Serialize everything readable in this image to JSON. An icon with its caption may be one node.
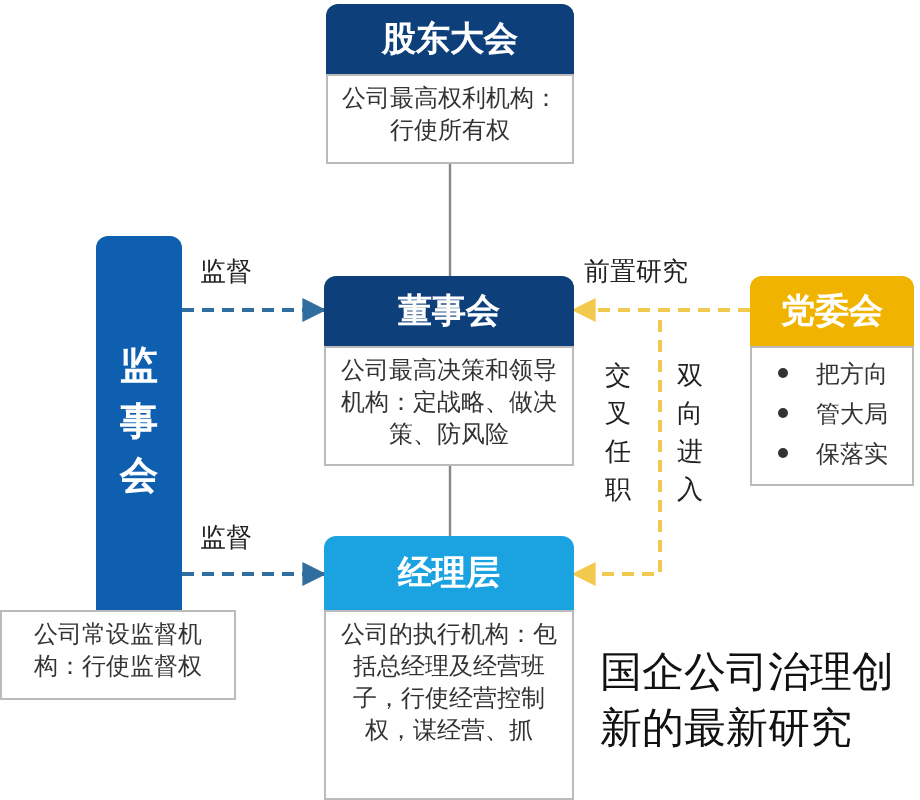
{
  "diagram": {
    "caption": "国企公司治理创新的最新研究",
    "nodes": [
      {
        "text": [
          "股东大会",
          "公司最高权利机构：行使所有权"
        ]
      },
      {
        "text": [
          "董事会",
          "公司最高决策和领导机构：定战略、做决策、防风险"
        ]
      },
      {
        "text": [
          "党委会",
          "把方向",
          "管大局",
          "保落实"
        ]
      },
      {
        "text": [
          "监事会"
        ]
      },
      {
        "text": [
          "经理层",
          "公司的执行机构：包括总经理及经营班子，行使经营控制权，谋经营、抓"
        ]
      },
      {
        "text": [
          "公司常设监督机构：行使监督权"
        ]
      }
    ],
    "edges": [
      {
        "from": 0,
        "to": 1,
        "arrow": "none"
      },
      {
        "from": 1,
        "to": 4,
        "arrow": "none"
      },
      {
        "from": 3,
        "to": 1,
        "arrow": "to",
        "label": "监督",
        "style": "dashed"
      },
      {
        "from": 3,
        "to": 4,
        "arrow": "to",
        "label": "监督",
        "style": "dashed"
      },
      {
        "from": 2,
        "to": 1,
        "arrow": "to",
        "label": "前置研究",
        "style": "dashed",
        "color": "#f2c94c"
      },
      {
        "from": 2,
        "to": 4,
        "arrow": "to",
        "label": "双向进入",
        "style": "dashed",
        "color": "#f2c94c"
      }
    ],
    "labels": [
      "交叉任职"
    ]
  }
}
